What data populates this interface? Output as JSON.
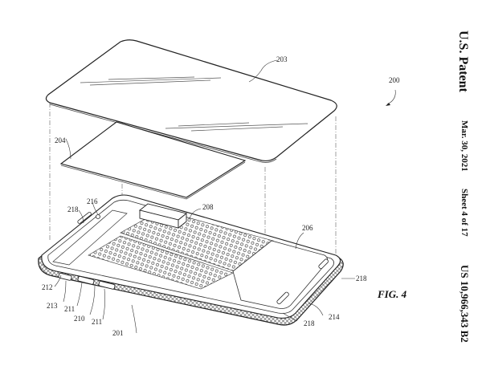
{
  "header": {
    "patent_label": "U.S. Patent",
    "date": "Mar. 30, 2021",
    "sheet": "Sheet 4 of 17",
    "patent_number": "US 10,966,343 B2"
  },
  "figure": {
    "label": "FIG. 4",
    "assembly_ref": "200",
    "references": {
      "cover_glass": "203",
      "display_layer": "204",
      "housing": "201",
      "component_block": "208",
      "battery_region": "206",
      "corner_left": "212",
      "port_213": "213",
      "button_211a": "211",
      "button_group": "210",
      "button_211b": "211",
      "opening_216": "216",
      "antenna_218_top": "218",
      "antenna_218_right": "218",
      "antenna_218_bottom": "218",
      "port_214": "214"
    }
  }
}
